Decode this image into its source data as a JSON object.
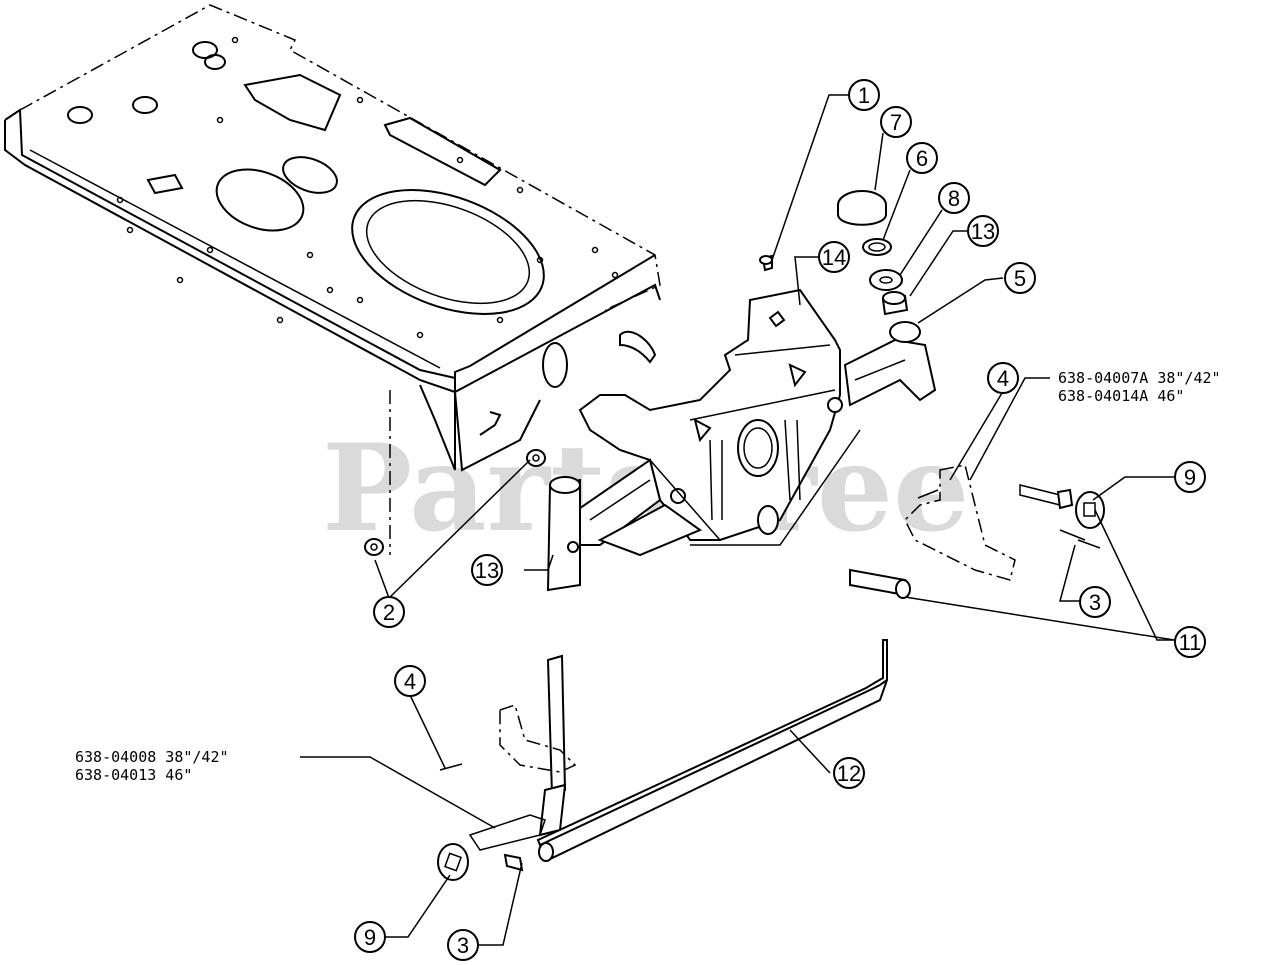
{
  "watermark": "PartsTree",
  "callouts": [
    {
      "id": "c1",
      "label": "1"
    },
    {
      "id": "c2",
      "label": "2"
    },
    {
      "id": "c3a",
      "label": "3"
    },
    {
      "id": "c3b",
      "label": "3"
    },
    {
      "id": "c4a",
      "label": "4"
    },
    {
      "id": "c4b",
      "label": "4"
    },
    {
      "id": "c5",
      "label": "5"
    },
    {
      "id": "c6",
      "label": "6"
    },
    {
      "id": "c7",
      "label": "7"
    },
    {
      "id": "c8",
      "label": "8"
    },
    {
      "id": "c9a",
      "label": "9"
    },
    {
      "id": "c9b",
      "label": "9"
    },
    {
      "id": "c11",
      "label": "11"
    },
    {
      "id": "c12",
      "label": "12"
    },
    {
      "id": "c13a",
      "label": "13"
    },
    {
      "id": "c13b",
      "label": "13"
    },
    {
      "id": "c14",
      "label": "14"
    }
  ],
  "part_numbers": {
    "right_line1": "638-04007A 38\"/42\"",
    "right_line2": "638-04014A 46\"",
    "left_line1": "638-04008 38\"/42\"",
    "left_line2": "638-04013 46\""
  }
}
